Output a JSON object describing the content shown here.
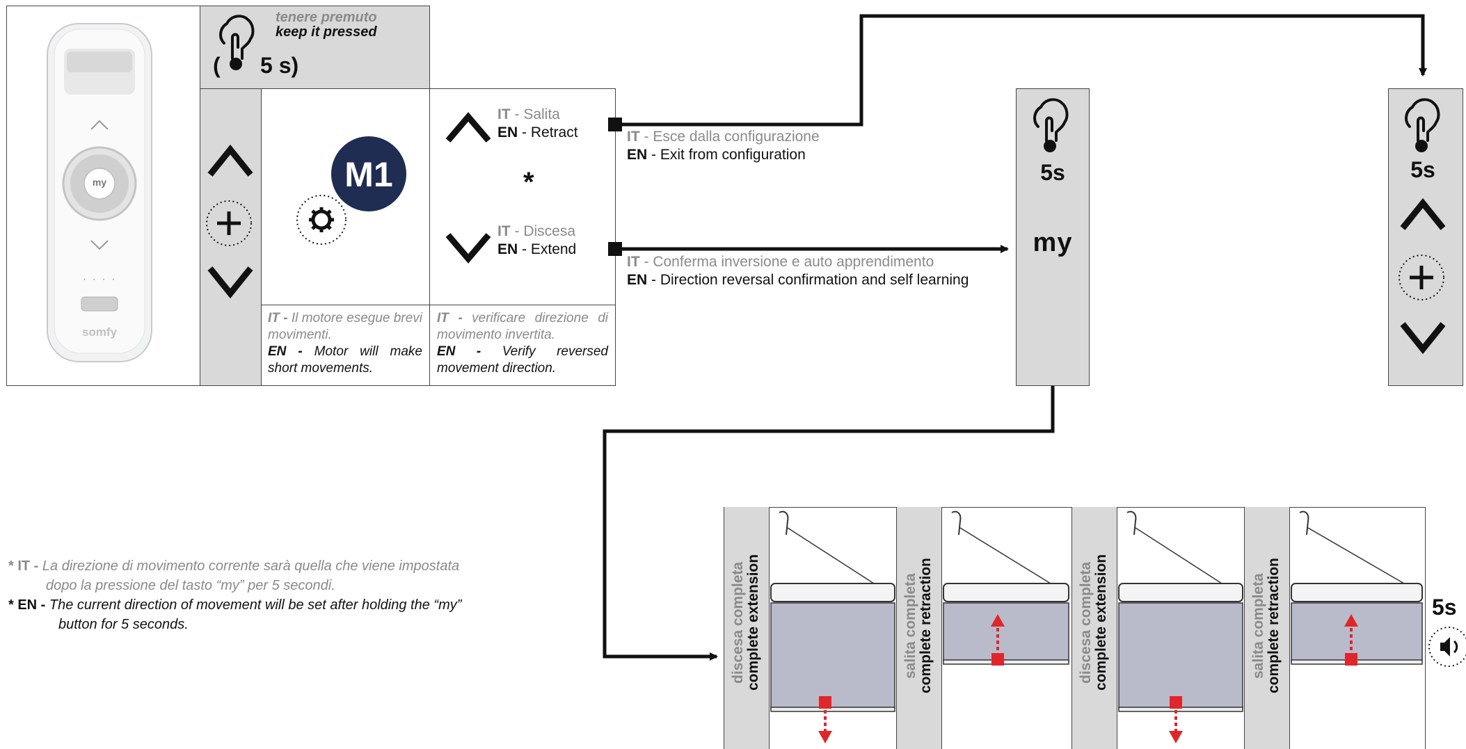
{
  "hold_box": {
    "line_it": "tenere premuto",
    "line_en": "keep it pressed",
    "duration": "5 s)"
  },
  "m1_badge": "M1",
  "up_block": {
    "it_prefix": "IT",
    "it_text": " - Salita",
    "en_prefix": "EN",
    "en_text": " - Retract"
  },
  "down_block": {
    "it_prefix": "IT",
    "it_text": " - Discesa",
    "en_prefix": "EN",
    "en_text": " - Extend"
  },
  "asterisk": "*",
  "motor_note": {
    "it_prefix": "IT -",
    "it_text": "Il motore esegue brevi movimenti.",
    "en_prefix": "EN -",
    "en_text": "Motor will make short movements."
  },
  "verify_note": {
    "it_prefix": "IT -",
    "it_text": "verificare direzione di movimento invertita.",
    "en_prefix": "EN -",
    "en_text": "Verify reversed movement direction."
  },
  "exit_label": {
    "it_prefix": "IT",
    "it_text": " - Esce dalla configurazione",
    "en_prefix": "EN",
    "en_text": " - Exit from configuration"
  },
  "confirm_label": {
    "it_prefix": "IT",
    "it_text": " - Conferma inversione e auto apprendimento",
    "en_prefix": "EN",
    "en_text": " - Direction reversal confirmation and self learning"
  },
  "my_panel": {
    "duration": "5s",
    "button": "my"
  },
  "right_panel": {
    "duration": "5s"
  },
  "remote": {
    "my": "my",
    "brand": "somfy",
    "dots": "· · · ·"
  },
  "footnote": {
    "it_prefix": "* IT -",
    "it_line1": "La direzione di movimento corrente sarà quella che viene impostata",
    "it_line2": "dopo la pressione del tasto “my” per 5 secondi.",
    "en_prefix": "* EN -",
    "en_line1": "The current direction of movement will be set after holding the “my”",
    "en_line2": "button for 5 seconds."
  },
  "blind_steps": [
    {
      "it": "discesa completa",
      "en": "complete extension",
      "direction": "down"
    },
    {
      "it": "salita completa",
      "en": "complete retraction",
      "direction": "up"
    },
    {
      "it": "discesa completa",
      "en": "complete extension",
      "direction": "down"
    },
    {
      "it": "salita completa",
      "en": "complete retraction",
      "direction": "up"
    }
  ],
  "end_duration": "5s",
  "colors": {
    "panel_gray": "#d9d9d9",
    "badge_navy": "#1f2d52",
    "arrow_red": "#e0262b",
    "blind_gray": "#b9bbca"
  }
}
